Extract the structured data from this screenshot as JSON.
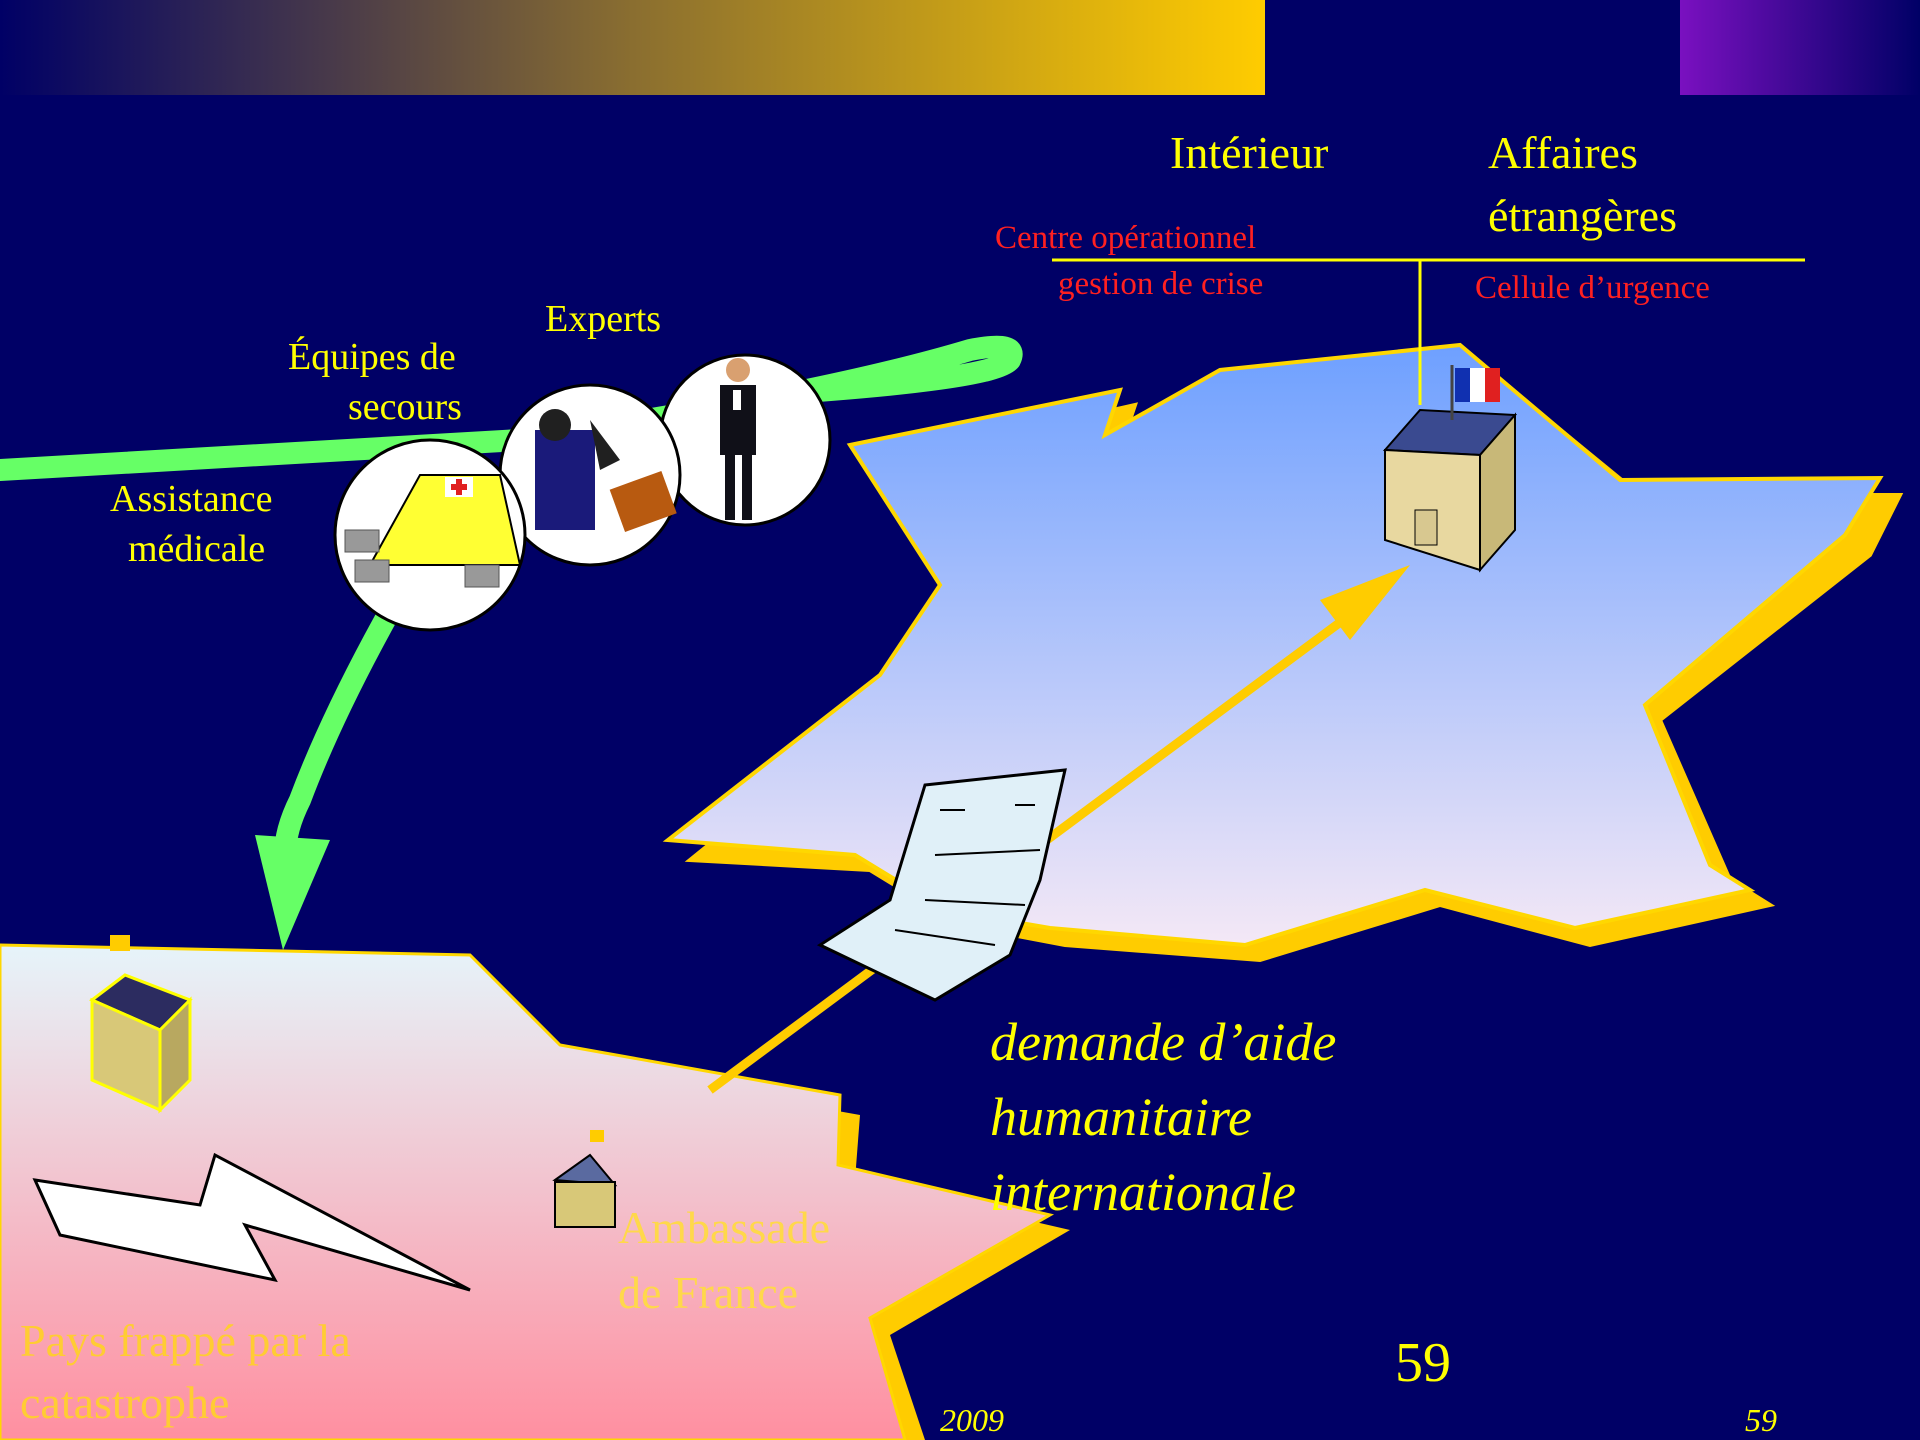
{
  "slide": {
    "number_large": "59",
    "number_footer": "59",
    "footer_year": "2009"
  },
  "ministries": {
    "interior": "Intérieur",
    "foreign_affairs_line1": "Affaires",
    "foreign_affairs_line2": "étrangères",
    "interior_unit_line1": "Centre opérationnel",
    "interior_unit_line2": "gestion de crise",
    "foreign_unit": "Cellule d’urgence"
  },
  "aid_types": {
    "experts": "Experts",
    "rescue_line1": "Équipes de",
    "rescue_line2": "secours",
    "medical_line1": "Assistance",
    "medical_line2": "médicale"
  },
  "request": {
    "line1": "demande d’aide",
    "line2": "humanitaire",
    "line3": "internationale"
  },
  "stricken_country": {
    "embassy_line1": "Ambassade",
    "embassy_line2": "de France",
    "country_line1": "Pays frappé par la",
    "country_line2": "catastrophe"
  },
  "colors": {
    "background": "#000066",
    "label_yellow": "#ffff00",
    "unit_red": "#ff2020",
    "flow_green": "#66ff66",
    "france_outline": "#ffd700"
  },
  "icons": [
    "flag-france-icon",
    "ministry-building-icon",
    "document-icon",
    "medical-tent-icon",
    "rescuer-icon",
    "expert-icon",
    "lightning-icon",
    "embassy-icon",
    "town-hall-icon"
  ]
}
